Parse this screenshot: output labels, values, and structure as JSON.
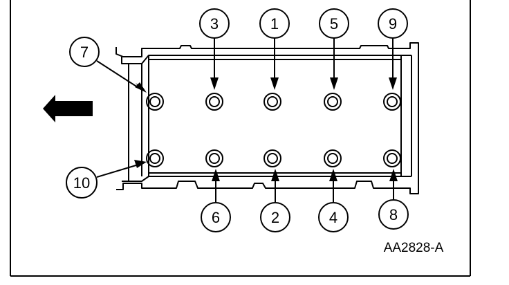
{
  "figure": {
    "reference_code": "AA2828-A",
    "direction_indicator": "front-arrow-left"
  },
  "bolts_top": [
    {
      "callout": "7"
    },
    {
      "callout": "3"
    },
    {
      "callout": "1"
    },
    {
      "callout": "5"
    },
    {
      "callout": "9"
    }
  ],
  "bolts_bottom": [
    {
      "callout": "10"
    },
    {
      "callout": "6"
    },
    {
      "callout": "2"
    },
    {
      "callout": "4"
    },
    {
      "callout": "8"
    }
  ],
  "colors": {
    "line": "#000000",
    "background": "#ffffff"
  }
}
